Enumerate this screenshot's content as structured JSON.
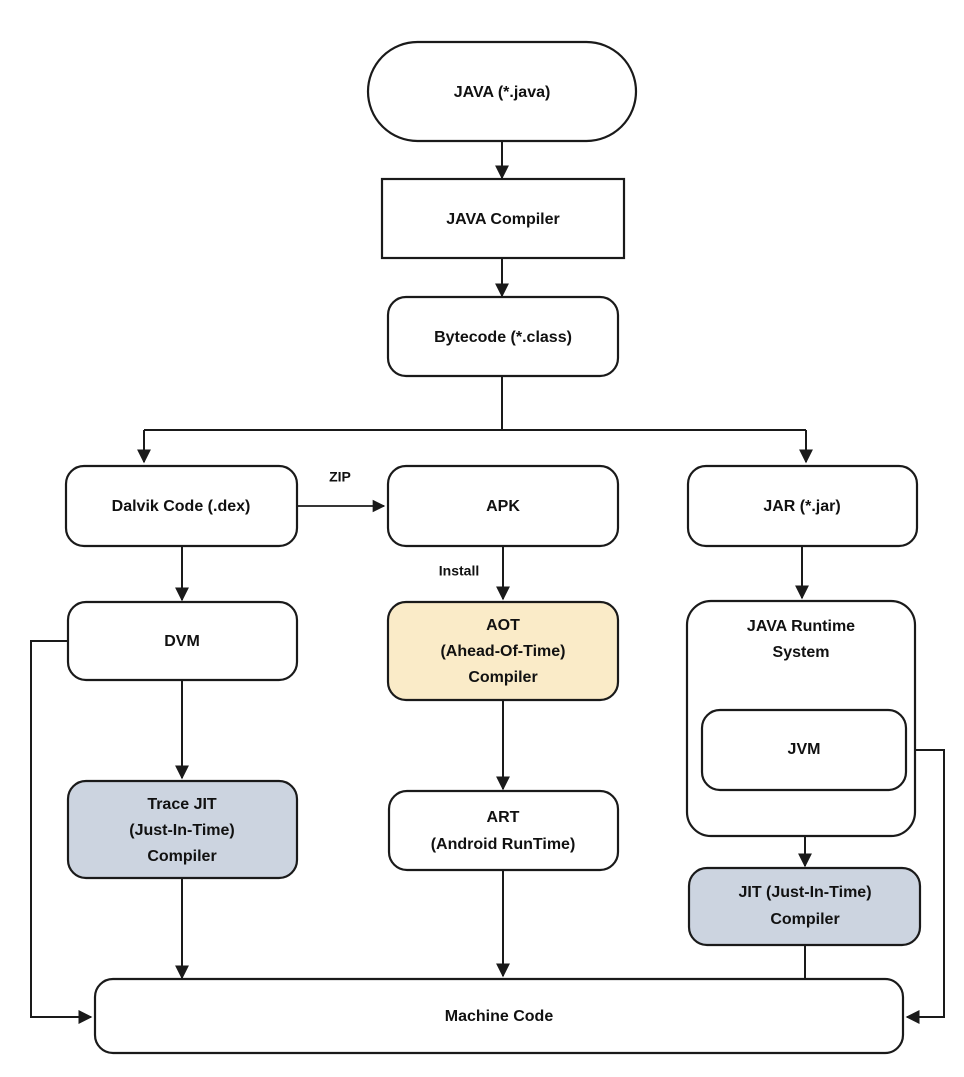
{
  "diagram": {
    "title": "Java and Android compilation/runtime pipeline",
    "colors": {
      "background": "#ffffff",
      "stroke": "#1a1a1a",
      "text": "#111111",
      "aot_fill": "#faebc8",
      "jit_fill": "#ccd4e0",
      "default_fill": "#ffffff"
    },
    "nodes": {
      "java_source": {
        "label": "JAVA (*.java)",
        "shape": "stadium",
        "fill": "#ffffff"
      },
      "java_compiler": {
        "label": "JAVA Compiler",
        "shape": "rectangle",
        "fill": "#ffffff"
      },
      "bytecode": {
        "label": "Bytecode (*.class)",
        "shape": "rounded",
        "fill": "#ffffff"
      },
      "dalvik_code": {
        "label": "Dalvik Code (.dex)",
        "shape": "rounded",
        "fill": "#ffffff"
      },
      "apk": {
        "label": "APK",
        "shape": "rounded",
        "fill": "#ffffff"
      },
      "jar": {
        "label": "JAR (*.jar)",
        "shape": "rounded",
        "fill": "#ffffff"
      },
      "dvm": {
        "label": "DVM",
        "shape": "rounded",
        "fill": "#ffffff"
      },
      "aot_compiler": {
        "line1": "AOT",
        "line2": "(Ahead-Of-Time)",
        "line3": "Compiler",
        "shape": "rounded",
        "fill": "#faebc8"
      },
      "java_runtime_system": {
        "line1": "JAVA Runtime",
        "line2": "System",
        "shape": "rounded",
        "fill": "#ffffff"
      },
      "jvm": {
        "label": "JVM",
        "shape": "rounded",
        "fill": "#ffffff"
      },
      "trace_jit": {
        "line1": "Trace JIT",
        "line2": "(Just-In-Time)",
        "line3": "Compiler",
        "shape": "rounded",
        "fill": "#ccd4e0"
      },
      "art": {
        "line1": "ART",
        "line2": "(Android RunTime)",
        "shape": "rounded",
        "fill": "#ffffff"
      },
      "jit_compiler": {
        "line1": "JIT (Just-In-Time)",
        "line2": "Compiler",
        "shape": "rounded",
        "fill": "#ccd4e0"
      },
      "machine_code": {
        "label": "Machine Code",
        "shape": "rounded",
        "fill": "#ffffff"
      }
    },
    "edge_labels": {
      "zip": "ZIP",
      "install": "Install"
    },
    "edges": [
      {
        "from": "java_source",
        "to": "java_compiler",
        "label": ""
      },
      {
        "from": "java_compiler",
        "to": "bytecode",
        "label": ""
      },
      {
        "from": "bytecode",
        "to": "dalvik_code",
        "label": ""
      },
      {
        "from": "bytecode",
        "to": "jar",
        "label": ""
      },
      {
        "from": "dalvik_code",
        "to": "apk",
        "label": "ZIP"
      },
      {
        "from": "dalvik_code",
        "to": "dvm",
        "label": ""
      },
      {
        "from": "apk",
        "to": "aot_compiler",
        "label": "Install"
      },
      {
        "from": "jar",
        "to": "java_runtime_system",
        "label": ""
      },
      {
        "from": "dvm",
        "to": "trace_jit",
        "label": ""
      },
      {
        "from": "dvm",
        "to": "machine_code",
        "label": ""
      },
      {
        "from": "aot_compiler",
        "to": "art",
        "label": ""
      },
      {
        "from": "trace_jit",
        "to": "machine_code",
        "label": ""
      },
      {
        "from": "art",
        "to": "machine_code",
        "label": ""
      },
      {
        "from": "jvm",
        "to": "jit_compiler",
        "label": ""
      },
      {
        "from": "jvm",
        "to": "machine_code",
        "label": ""
      },
      {
        "from": "jit_compiler",
        "to": "machine_code",
        "label": ""
      }
    ]
  }
}
